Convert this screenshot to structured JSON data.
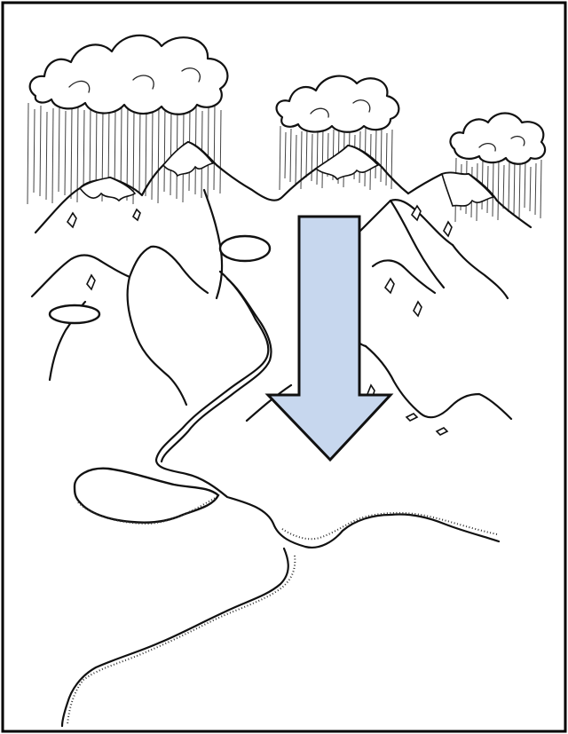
{
  "arrow": {
    "color": "#c7d7ee",
    "stroke": "#111111",
    "direction": "down"
  },
  "rain_clouds": [
    {
      "name": "left-cloud"
    },
    {
      "name": "middle-cloud"
    },
    {
      "name": "right-cloud"
    }
  ]
}
